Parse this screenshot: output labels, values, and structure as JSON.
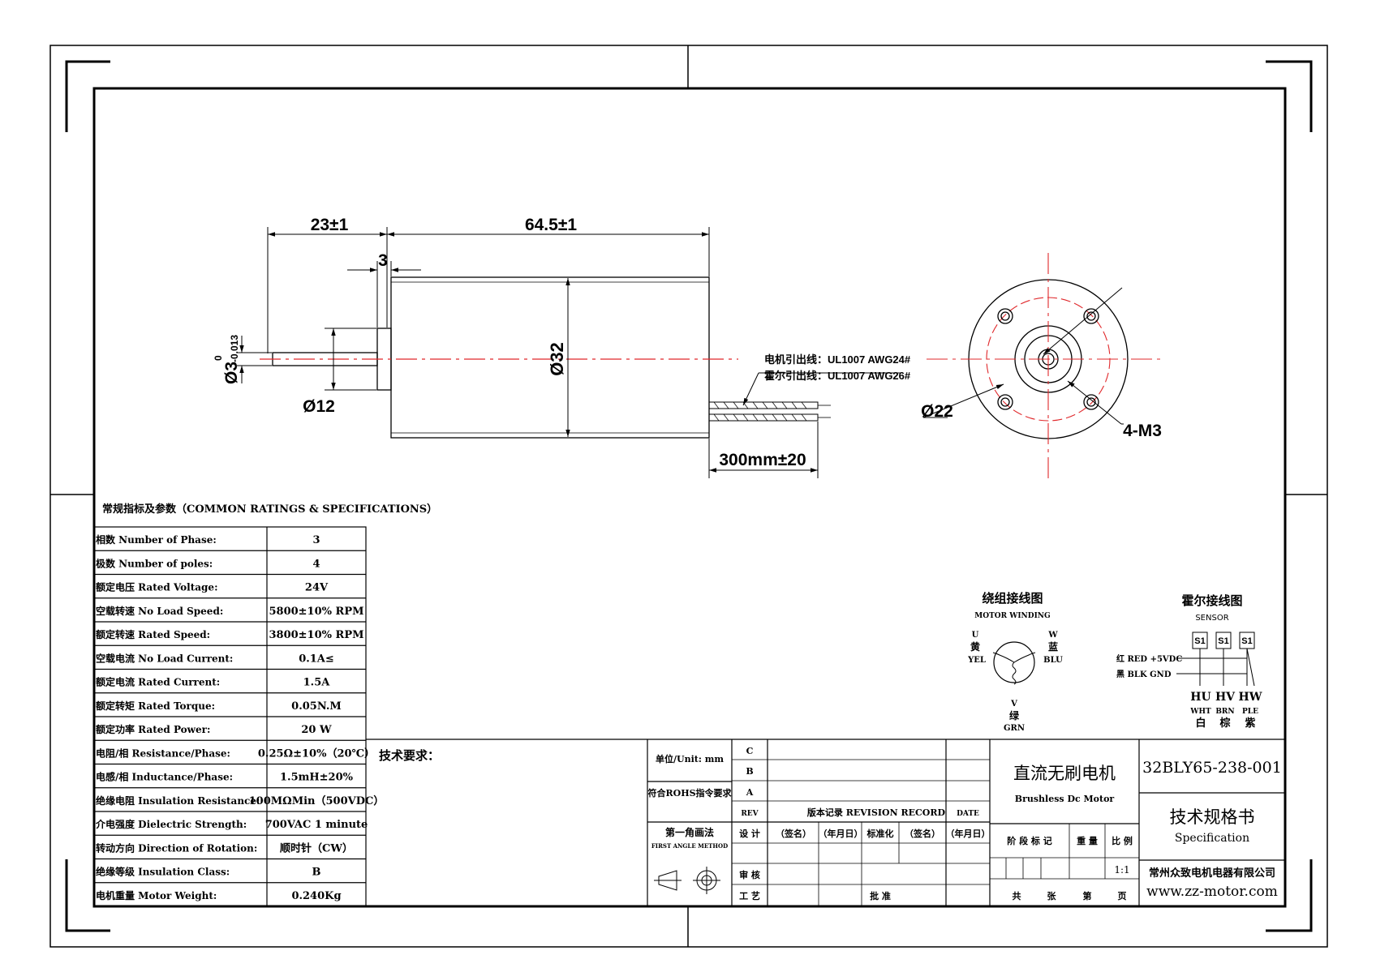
{
  "drawing": {
    "dim_body_offset": "23±1",
    "dim_body_length": "64.5±1",
    "dim_flange": "3",
    "dim_shaft_dia": "Ø3",
    "tol_upper": "0",
    "tol_lower": "-0.013",
    "dim_boss_dia": "Ø12",
    "dim_body_dia": "Ø32",
    "dim_lead_length": "300mm±20",
    "lead_motor": "电机引出线：UL1007 AWG24#",
    "lead_hall": "霍尔引出线：UL1007 AWG26#",
    "dim_pcd": "Ø22",
    "dim_holes": "4-M3"
  },
  "specs": {
    "title": "常规指标及参数（COMMON RATINGS & SPECIFICATIONS）",
    "rows": [
      {
        "label": "相数 Number of Phase:",
        "value": "3"
      },
      {
        "label": "极数 Number of poles:",
        "value": "4"
      },
      {
        "label": "额定电压 Rated Voltage:",
        "value": "24V"
      },
      {
        "label": "空载转速 No Load Speed:",
        "value": "5800±10% RPM"
      },
      {
        "label": "额定转速 Rated Speed:",
        "value": "3800±10% RPM"
      },
      {
        "label": "空载电流 No Load Current:",
        "value": "0.1A≤"
      },
      {
        "label": "额定电流 Rated Current:",
        "value": "1.5A"
      },
      {
        "label": "额定转矩 Rated Torque:",
        "value": "0.05N.M"
      },
      {
        "label": "额定功率 Rated Power:",
        "value": "20 W"
      },
      {
        "label": "电阻/相  Resistance/Phase:",
        "value": "0.25Ω±10%（20℃）"
      },
      {
        "label": "电感/相 Inductance/Phase:",
        "value": "1.5mH±20%"
      },
      {
        "label": "绝缘电阻 Insulation Resistance:",
        "value": "100MΩMin（500VDC）"
      },
      {
        "label": "介电强度 Dielectric Strength:",
        "value": "700VAC 1 minute"
      },
      {
        "label": "转动方向 Direction of Rotation:",
        "value": "顺时针（CW）"
      },
      {
        "label": "绝缘等级 Insulation Class:",
        "value": "B"
      },
      {
        "label": "电机重量 Motor Weight:",
        "value": "0.240Kg"
      }
    ]
  },
  "winding": {
    "title": "绕组接线图",
    "subtitle": "MOTOR WINDING",
    "u": "U",
    "u_cn": "黄",
    "u_en": "YEL",
    "w": "W",
    "w_cn": "蓝",
    "w_en": "BLU",
    "v": "V",
    "v_cn": "绿",
    "v_en": "GRN"
  },
  "sensor": {
    "title": "霍尔接线图",
    "subtitle": "SENSOR",
    "box": "S1",
    "red": "红 RED  +5VDC",
    "black": "黑 BLK  GND",
    "hu": "HU",
    "hv": "HV",
    "hw": "HW",
    "hu_en": "WHT",
    "hv_en": "BRN",
    "hw_en": "PLE",
    "hu_cn": "白",
    "hv_cn": "棕",
    "hw_cn": "紫"
  },
  "title_block": {
    "tech_req": "技术要求：",
    "unit": "单位/Unit: mm",
    "rohs": "符合ROHS指令要求",
    "first_angle": "第一角画法",
    "first_angle_en": "FIRST ANGLE METHOD",
    "rev_c": "C",
    "rev_b": "B",
    "rev_a": "A",
    "rev_label": "REV",
    "revision_record": "版本记录 REVISION RECORD",
    "date_label": "DATE",
    "design": "设 计",
    "sign1": "（签名）",
    "date1": "（年月日）",
    "standard": "标准化",
    "sign2": "（签名）",
    "date2": "（年月日）",
    "review": "审 核",
    "process": "工 艺",
    "approve": "批 准",
    "product_cn": "直流无刷电机",
    "product_en": "Brushless Dc Motor",
    "stage": "阶 段 标 记",
    "weight": "重 量",
    "scale": "比 例",
    "scale_value": "1:1",
    "total": "共",
    "sheets": "张",
    "num": "第",
    "page": "页",
    "part_no": "32BLY65-238-001",
    "doc_cn": "技术规格书",
    "doc_en": "Specification",
    "company": "常州众致电机电器有限公司",
    "website": "www.zz-motor.com"
  }
}
